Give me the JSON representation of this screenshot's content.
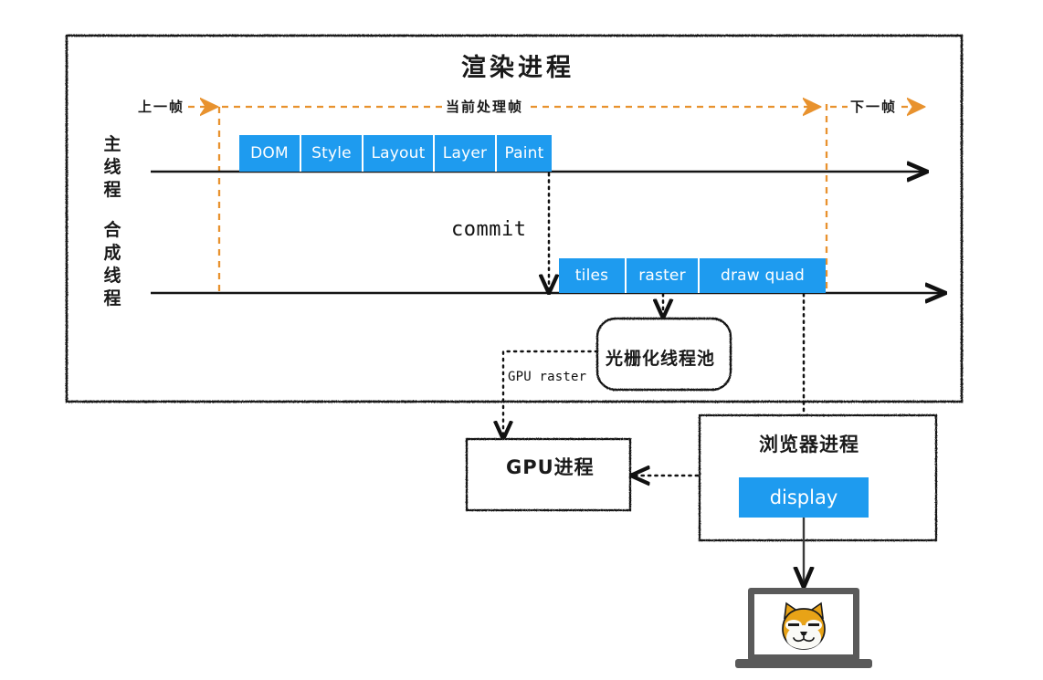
{
  "diagram": {
    "title": "渲染进程",
    "renderer_process": {
      "label": "渲染进程",
      "frame_markers": {
        "previous_frame": "上一帧",
        "current_frame": "当前处理帧",
        "next_frame": "下一帧"
      },
      "threads": [
        {
          "name": "主线程",
          "chars": [
            "主",
            "线",
            "程"
          ],
          "stages": [
            "DOM",
            "Style",
            "Layout",
            "Layer",
            "Paint"
          ]
        },
        {
          "name": "合成线程",
          "chars": [
            "合",
            "成",
            "线",
            "程"
          ],
          "stages": [
            "tiles",
            "raster",
            "draw quad"
          ]
        }
      ],
      "commit_label": "commit",
      "raster_thread_pool": "光栅化线程池",
      "gpu_raster_label": "GPU raster"
    },
    "gpu_process": {
      "label": "GPU进程"
    },
    "browser_process": {
      "label": "浏览器进程",
      "display_label": "display"
    },
    "device": {
      "name": "laptop",
      "screen_content": "doge-face"
    }
  },
  "colors": {
    "accent_blue": "#1E9BEF",
    "frame_orange": "#E8922E",
    "stroke_black": "#111111",
    "laptop_gray": "#5a5a5a",
    "doge_gold": "#E8A317"
  }
}
